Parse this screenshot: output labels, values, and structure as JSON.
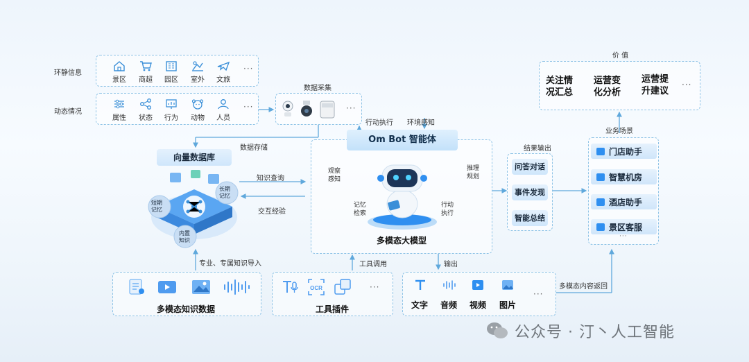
{
  "static_info": {
    "label": "环静信息",
    "items": [
      "景区",
      "商超",
      "园区",
      "室外",
      "文旅"
    ],
    "more": "···"
  },
  "dynamic_info": {
    "label": "动态情况",
    "items": [
      "属性",
      "状态",
      "行为",
      "动物",
      "人员"
    ],
    "more": "···"
  },
  "data_collect": {
    "label": "数据采集",
    "more": "···"
  },
  "flows": {
    "action_exec": "行动执行",
    "env_perceive": "环境感知",
    "data_store": "数据存储",
    "knowledge_query": "知识查询",
    "interaction_exp": "交互经验",
    "import": "专业、专属知识导入",
    "tool_call": "工具调用",
    "output": "输出",
    "result_output": "结果输出",
    "multimodal_return": "多模态内容返回",
    "business_scene": "业务场景",
    "value": "价 值"
  },
  "vector_db": {
    "title": "向量数据库",
    "short_mem": "短期\n记忆",
    "long_mem": "长期\n记忆",
    "inner_know": "内置\n知识"
  },
  "agent": {
    "title": "Om Bot 智能体",
    "observe": "观察\n感知",
    "reason": "推理\n规划",
    "memory": "记忆\n检索",
    "act": "行动\n执行",
    "model": "多模态大模型"
  },
  "knowledge_data": {
    "title": "多模态知识数据"
  },
  "tools": {
    "title": "工具插件",
    "more": "···"
  },
  "outputs": {
    "items": [
      "文字",
      "音频",
      "视频",
      "图片"
    ],
    "more": "···"
  },
  "results": [
    "问答对话",
    "事件发现",
    "智能总结"
  ],
  "scenes": {
    "items": [
      "门店助手",
      "智慧机房",
      "酒店助手",
      "景区客服"
    ],
    "more": "···"
  },
  "values": {
    "items": [
      "关注情\n况汇总",
      "运营变\n化分析",
      "运营提\n升建议"
    ],
    "more": "···"
  },
  "watermark": "公众号 · 汀丶人工智能",
  "colors": {
    "accent": "#2f8ff0",
    "dash": "#8ec3e6",
    "line": "#5fa8dc"
  }
}
